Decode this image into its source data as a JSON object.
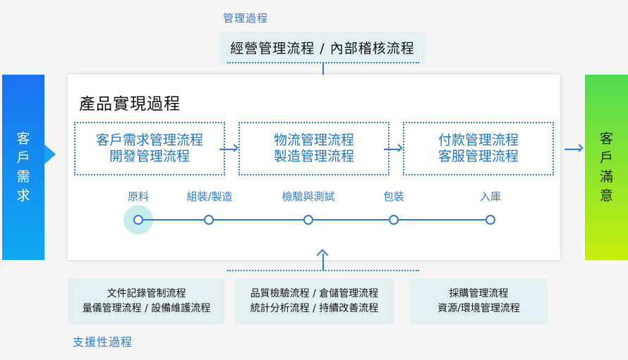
{
  "management": {
    "label": "管理過程",
    "process": "經營管理流程 / 內部稽核流程"
  },
  "left_bar": {
    "chars": [
      "客",
      "戶",
      "需",
      "求"
    ]
  },
  "right_bar": {
    "chars": [
      "客",
      "戶",
      "滿",
      "意"
    ]
  },
  "product": {
    "title": "產品實現過程",
    "boxes": [
      {
        "line1": "客戶需求管理流程",
        "line2": "開發管理流程"
      },
      {
        "line1": "物流管理流程",
        "line2": "製造管理流程"
      },
      {
        "line1": "付款管理流程",
        "line2": "客服管理流程"
      }
    ],
    "stages": [
      "原料",
      "組裝/製造",
      "檢驗與測試",
      "包裝",
      "入庫"
    ]
  },
  "support": {
    "label": "支援性過程",
    "boxes": [
      {
        "line1": "文件記錄管制流程",
        "line2": "量儀管理流程 / 設備維護流程"
      },
      {
        "line1": "品質檢驗流程 / 倉儲管理流程",
        "line2": "統計分析流程 / 持續改善流程"
      },
      {
        "line1": "採購管理流程",
        "line2": "資源/環境管理流程"
      }
    ]
  },
  "colors": {
    "accent_blue": "#2f7bd9",
    "box_fill": "#e3f0f1",
    "left_gradient": [
      "#1a72f0",
      "#0fa8f0"
    ],
    "right_gradient": [
      "#4fdc52",
      "#c6ee0b"
    ],
    "active_halo": "#c7ecec"
  }
}
